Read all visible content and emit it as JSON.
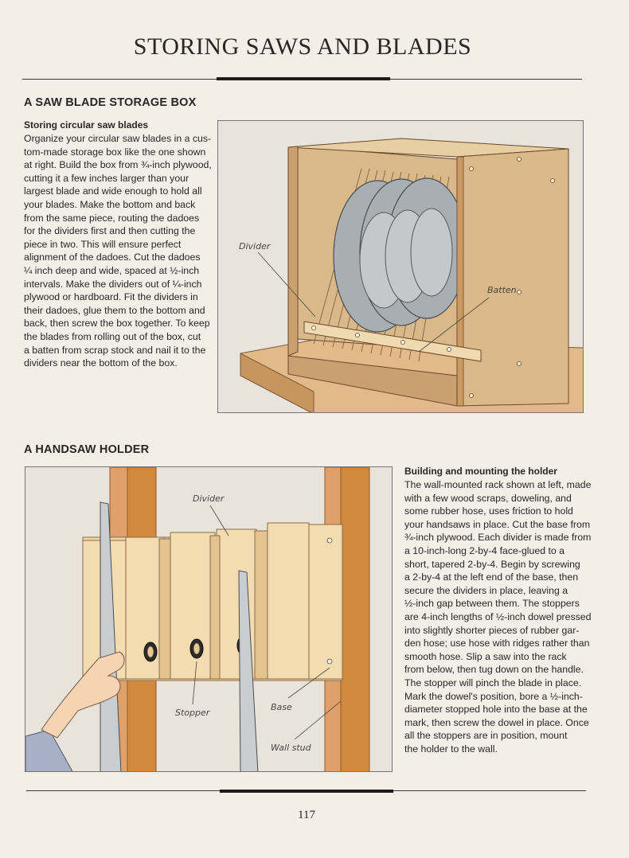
{
  "page": {
    "title": "STORING SAWS AND BLADES",
    "page_number": "117"
  },
  "section1": {
    "heading": "A SAW BLADE STORAGE BOX",
    "subheading": "Storing circular saw blades",
    "lines": [
      "Organize your circular saw blades in a cus-",
      "tom-made storage box like the one shown",
      "at right. Build the box from ¾-inch plywood,",
      "cutting it a few inches larger than your",
      "largest blade and wide enough to hold all",
      "your blades. Make the bottom and back",
      "from the same piece, routing the dadoes",
      "for the dividers first and then cutting the",
      "piece in two. This will ensure perfect",
      "alignment of the dadoes. Cut the dadoes",
      "¼ inch deep and wide, spaced at ½-inch",
      "intervals. Make the dividers out of ¼-inch",
      "plywood or hardboard. Fit the dividers in",
      "their dadoes, glue them to the bottom and",
      "back, then screw the box together. To keep",
      "the blades from rolling out of the box, cut",
      "a batten from scrap stock and nail it to the",
      "dividers near the bottom of the box."
    ],
    "figure": {
      "callout_divider": "Divider",
      "callout_batten": "Batten"
    }
  },
  "section2": {
    "heading": "A HANDSAW HOLDER",
    "subheading": "Building and mounting the holder",
    "lines": [
      "The wall-mounted rack shown at left, made",
      "with a few wood scraps, doweling, and",
      "some rubber hose, uses friction to hold",
      "your handsaws in place. Cut the base from",
      "¾-inch plywood. Each divider is made from",
      "a 10-inch-long 2-by-4 face-glued to a",
      "short, tapered 2-by-4. Begin by screwing",
      "a 2-by-4 at the left end of the base, then",
      "secure the dividers in place, leaving a",
      "½-inch gap between them. The stoppers",
      "are 4-inch lengths of ½-inch dowel pressed",
      "into slightly shorter pieces of rubber gar-",
      "den hose; use hose with ridges rather than",
      "smooth hose. Slip a saw into the rack",
      "from below, then tug down on the handle.",
      "The stopper will pinch the blade in place.",
      "Mark the dowel's position, bore a ½-inch-",
      "diameter stopped hole into the base at the",
      "mark, then screw the dowel in place. Once",
      "all the stoppers are in position, mount",
      "the holder to the wall."
    ],
    "figure": {
      "callout_divider": "Divider",
      "callout_stopper": "Stopper",
      "callout_base": "Base",
      "callout_wall_stud": "Wall stud"
    }
  }
}
